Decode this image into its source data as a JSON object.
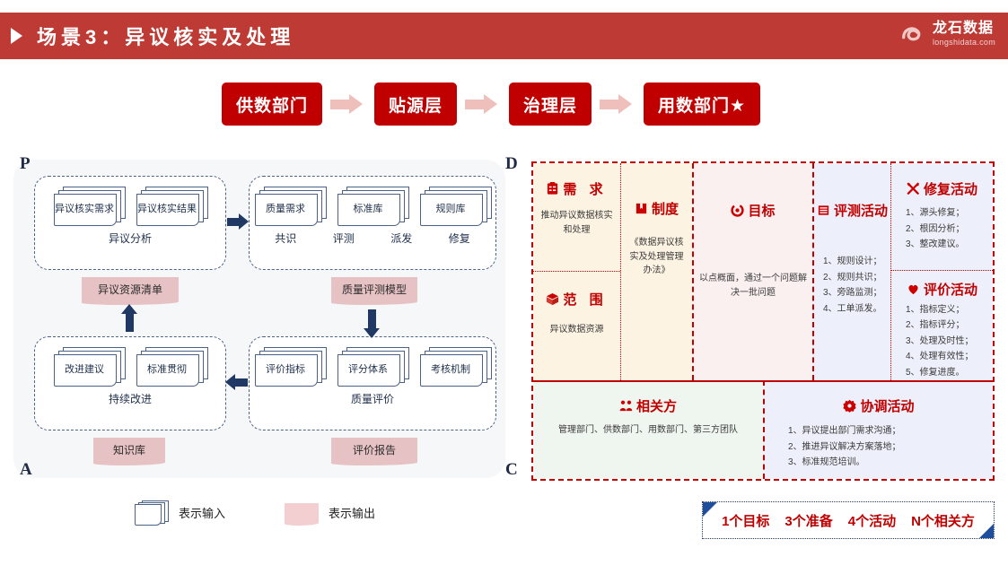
{
  "header": {
    "title": "场景3：异议核实及处理",
    "triangle_icon": "play-triangle-icon",
    "logo_cn": "龙石数据",
    "logo_en": "longshidata.com",
    "bg_color": "#BE3A35"
  },
  "flow": {
    "steps": [
      "供数部门",
      "贴源层",
      "治理层",
      "用数部门★"
    ],
    "box_color": "#C00000",
    "arrow_color": "#EFBFBB"
  },
  "pdca": {
    "corner_letters": {
      "p": "P",
      "d": "D",
      "a": "A",
      "c": "C"
    },
    "quadrants": [
      {
        "key": "plan",
        "cards": [
          "异议核实需求",
          "异议核实结果"
        ],
        "sub": "异议分析",
        "steps": [],
        "output": "异议资源清单"
      },
      {
        "key": "do",
        "cards": [
          "质量需求",
          "标准库",
          "规则库"
        ],
        "sub": "",
        "steps": [
          "共识",
          "评测",
          "派发",
          "修复"
        ],
        "output": "质量评测模型"
      },
      {
        "key": "act",
        "cards": [
          "改进建议",
          "标准贯彻"
        ],
        "sub": "持续改进",
        "steps": [],
        "output": "知识库"
      },
      {
        "key": "check",
        "cards": [
          "评价指标",
          "评分体系",
          "考核机制"
        ],
        "sub": "质量评价",
        "steps": [],
        "output": "评价报告"
      }
    ]
  },
  "panel": {
    "border_color": "#C00000",
    "demand": {
      "title": "需 求",
      "icon": "clipboard-check-icon",
      "text": "推动异议数据核实和处理"
    },
    "scope": {
      "title": "范 围",
      "icon": "cube-icon",
      "text": "异议数据资源"
    },
    "system": {
      "title": "制度",
      "icon": "book-icon",
      "text": "《数据异议核实及处理管理办法》"
    },
    "goal": {
      "title": "目标",
      "icon": "target-icon",
      "text": "以点概面，通过一个问题解决一批问题"
    },
    "evaluate_activity": {
      "title": "评测活动",
      "icon": "list-icon",
      "items": [
        "1、规则设计；",
        "2、规则共识；",
        "3、旁路监测；",
        "4、工单派发。"
      ]
    },
    "repair_activity": {
      "title": "修复活动",
      "icon": "tools-icon",
      "items": [
        "1、源头修复；",
        "2、根因分析；",
        "3、整改建议。"
      ]
    },
    "appraise_activity": {
      "title": "评价活动",
      "icon": "heart-icon",
      "items": [
        "1、指标定义；",
        "2、指标评分；",
        "3、处理及时性；",
        "4、处理有效性；",
        "5、修复进度。"
      ]
    },
    "stakeholders": {
      "title": "相关方",
      "icon": "people-icon",
      "text": "管理部门、供数部门、用数部门、第三方团队"
    },
    "coordinate_activity": {
      "title": "协调活动",
      "icon": "gear-icon",
      "items": [
        "1、异议提出部门需求沟通；",
        "2、推进异议解决方案落地；",
        "3、标准规范培训。"
      ]
    }
  },
  "legend": {
    "input_label": "表示输入",
    "output_label": "表示输出",
    "input_icon": "stacked-cards-icon",
    "output_icon": "pink-banner-icon"
  },
  "summary": {
    "items": [
      "1个目标",
      "3个准备",
      "4个活动",
      "N个相关方"
    ],
    "text_color": "#C00000",
    "corner_color": "#1F4E9C"
  }
}
